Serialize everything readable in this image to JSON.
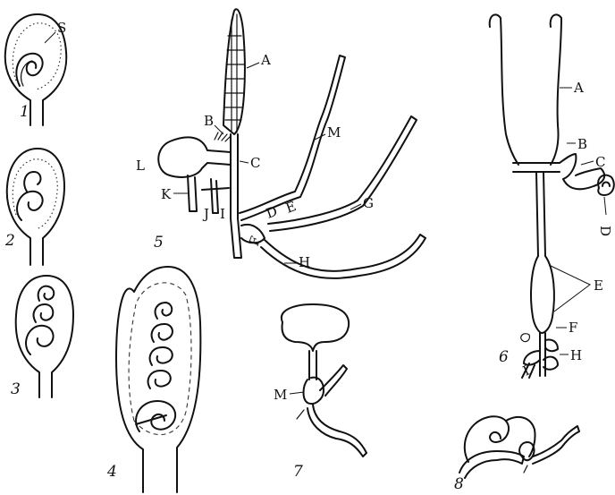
{
  "figures": {
    "fig1": {
      "number": "1",
      "labels": {
        "S": "S"
      }
    },
    "fig2": {
      "number": "2"
    },
    "fig3": {
      "number": "3"
    },
    "fig4": {
      "number": "4"
    },
    "fig5": {
      "number": "5",
      "labels": {
        "A": "A",
        "B": "B",
        "C": "C",
        "D": "D",
        "E": "E",
        "F": "F",
        "G": "G",
        "H": "H",
        "I": "I",
        "J": "J",
        "K": "K",
        "L": "L",
        "M": "M"
      }
    },
    "fig6": {
      "number": "6",
      "labels": {
        "A": "A",
        "B": "B",
        "C": "C",
        "D": "D",
        "E": "E",
        "F": "F",
        "H": "H",
        "I": "I"
      }
    },
    "fig7": {
      "number": "7",
      "labels": {
        "M": "M"
      }
    },
    "fig8": {
      "number": "8"
    }
  }
}
